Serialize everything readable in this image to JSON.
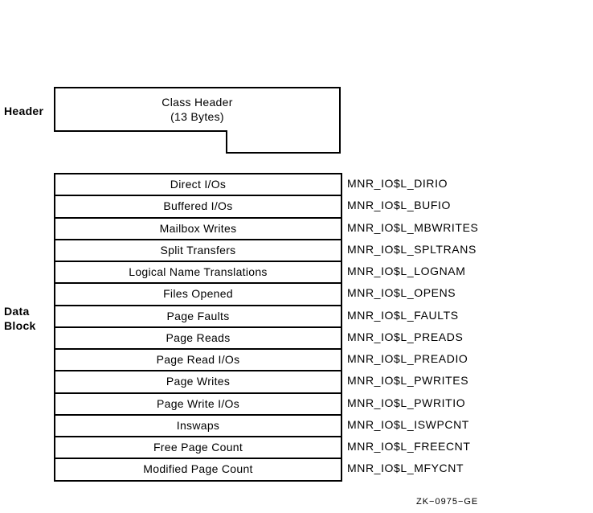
{
  "labels": {
    "header": "Header",
    "data_block_line1": "Data",
    "data_block_line2": "Block"
  },
  "class_header": {
    "line1": "Class Header",
    "line2": "(13 Bytes)"
  },
  "fields": [
    {
      "name": "Direct I/Os",
      "symbol": "MNR_IO$L_DIRIO"
    },
    {
      "name": "Buffered I/Os",
      "symbol": "MNR_IO$L_BUFIO"
    },
    {
      "name": "Mailbox Writes",
      "symbol": "MNR_IO$L_MBWRITES"
    },
    {
      "name": "Split Transfers",
      "symbol": "MNR_IO$L_SPLTRANS"
    },
    {
      "name": "Logical Name Translations",
      "symbol": "MNR_IO$L_LOGNAM"
    },
    {
      "name": "Files Opened",
      "symbol": "MNR_IO$L_OPENS"
    },
    {
      "name": "Page Faults",
      "symbol": "MNR_IO$L_FAULTS"
    },
    {
      "name": "Page Reads",
      "symbol": "MNR_IO$L_PREADS"
    },
    {
      "name": "Page Read I/Os",
      "symbol": "MNR_IO$L_PREADIO"
    },
    {
      "name": "Page Writes",
      "symbol": "MNR_IO$L_PWRITES"
    },
    {
      "name": "Page Write I/Os",
      "symbol": "MNR_IO$L_PWRITIO"
    },
    {
      "name": "Inswaps",
      "symbol": "MNR_IO$L_ISWPCNT"
    },
    {
      "name": "Free Page Count",
      "symbol": "MNR_IO$L_FREECNT"
    },
    {
      "name": "Modified Page Count",
      "symbol": "MNR_IO$L_MFYCNT"
    }
  ],
  "figure_id": "ZK−0975−GE"
}
